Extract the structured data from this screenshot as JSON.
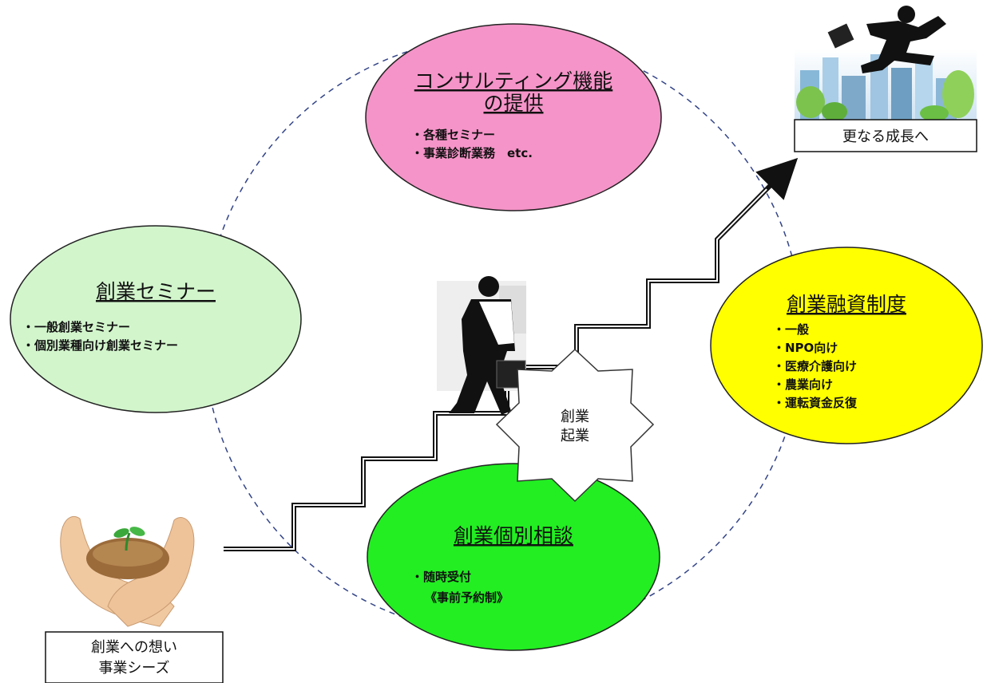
{
  "consulting": {
    "title": [
      "コンサルティング機能",
      "の提供"
    ],
    "items": [
      "・各種セミナー",
      "・事業診断業務　etc."
    ],
    "color": "#f594c8"
  },
  "seminar": {
    "title": "創業セミナー",
    "items": [
      "・一般創業セミナー",
      "・個別業種向け創業セミナー"
    ],
    "color": "#d2f5cc"
  },
  "financing": {
    "title": "創業融資制度",
    "items": [
      "・一般",
      "・NPO向け",
      "・医療介護向け",
      "・農業向け",
      "・運転資金反復"
    ],
    "color": "#ffff00"
  },
  "consultation": {
    "title": "創業個別相談",
    "items": [
      "・随時受付",
      "《事前予約制》"
    ],
    "color": "#22ee22"
  },
  "startup_badge": {
    "lines": [
      "創業",
      "起業"
    ]
  },
  "growth_box": {
    "label": "更なる成長へ"
  },
  "seed_box": {
    "lines": [
      "創業への想い",
      "事業シーズ"
    ]
  }
}
